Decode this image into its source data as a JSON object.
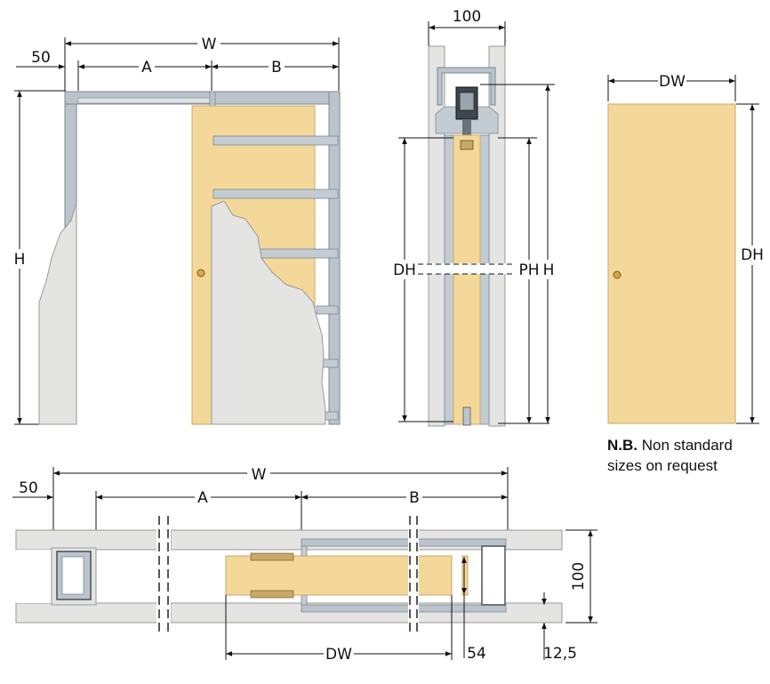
{
  "colors": {
    "frame": "#bcc4cb",
    "frame_dark": "#7c8791",
    "door": "#f4d89a",
    "door_edge": "#c9a768",
    "plaster": "#e4e4e2",
    "line": "#111111"
  },
  "elevation": {
    "label_w": "W",
    "label_a": "A",
    "label_b": "B",
    "label_50": "50",
    "label_h": "H"
  },
  "section": {
    "label_100": "100",
    "label_dh": "DH",
    "label_ph": "PH",
    "label_h": "H"
  },
  "door_leaf": {
    "label_dw": "DW",
    "label_dh": "DH"
  },
  "note": {
    "bold": "N.B.",
    "text": " Non standard",
    "text2": "sizes on request"
  },
  "plan": {
    "label_w": "W",
    "label_a": "A",
    "label_b": "B",
    "label_50": "50",
    "label_100": "100",
    "label_dw": "DW",
    "label_54": "54",
    "label_12_5": "12,5"
  }
}
